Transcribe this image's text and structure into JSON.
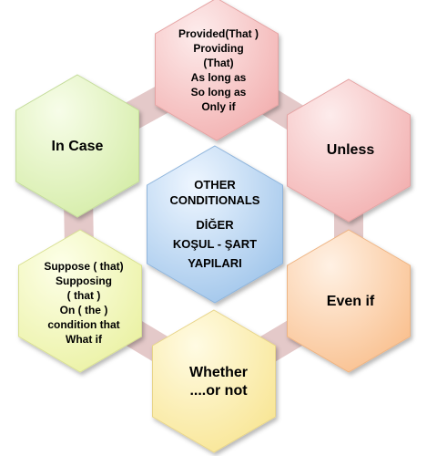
{
  "diagram": {
    "center": {
      "lines": [
        "OTHER",
        "CONDITIONALS",
        "DİĞER",
        "KOŞUL - ŞART",
        "YAPILARI"
      ],
      "fill": "#b4d4f0"
    },
    "nodes": [
      {
        "id": "provided",
        "lines": [
          "Provided(That )",
          "Providing",
          "(That)",
          "As long as",
          "So long as",
          "Only if"
        ],
        "fill": "#f6c3c3"
      },
      {
        "id": "unless",
        "lines": [
          "Unless"
        ],
        "fill": "#f6c3c3"
      },
      {
        "id": "even-if",
        "lines": [
          "Even if"
        ],
        "fill": "#fbd2ae"
      },
      {
        "id": "whether",
        "lines": [
          "Whether",
          "....or not"
        ],
        "fill": "#fbefb0"
      },
      {
        "id": "suppose",
        "lines": [
          "Suppose ( that)",
          "Supposing",
          "( that )",
          "On ( the )",
          "condition that",
          "What if"
        ],
        "fill": "#f2f6c0"
      },
      {
        "id": "in-case",
        "lines": [
          "In Case"
        ],
        "fill": "#e3f3c2"
      }
    ],
    "connector_fill": "#e4c9c9"
  }
}
